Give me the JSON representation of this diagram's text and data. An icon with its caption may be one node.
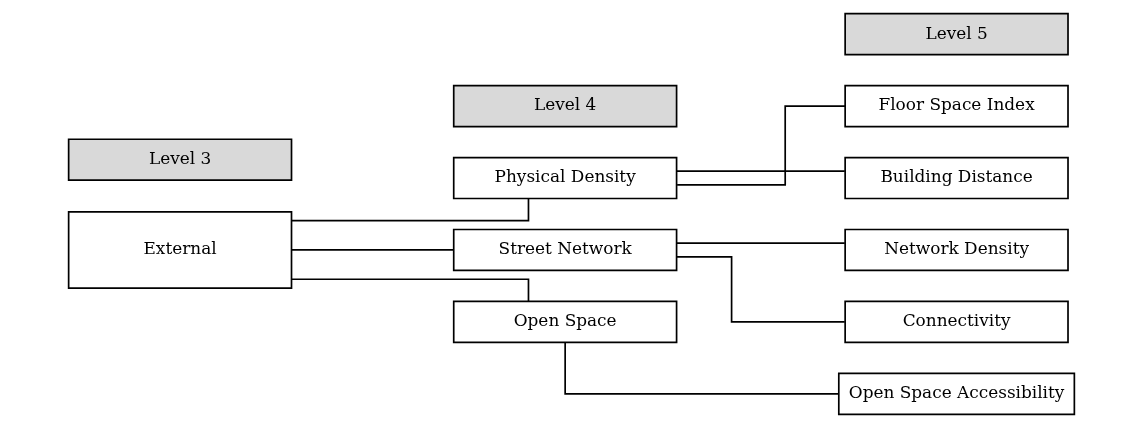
{
  "diagram": {
    "nodes": [
      {
        "text": [
          "Level 3"
        ]
      },
      {
        "text": [
          "Level 4"
        ]
      },
      {
        "text": [
          "Level 5"
        ]
      },
      {
        "text": [
          "External"
        ]
      },
      {
        "text": [
          "Physical Density"
        ]
      },
      {
        "text": [
          "Street Network"
        ]
      },
      {
        "text": [
          "Open Space"
        ]
      },
      {
        "text": [
          "Floor Space Index"
        ]
      },
      {
        "text": [
          "Building Distance"
        ]
      },
      {
        "text": [
          "Network Density"
        ]
      },
      {
        "text": [
          "Connectivity"
        ]
      },
      {
        "text": [
          "Open Space Accessibility"
        ]
      }
    ],
    "edges": [
      {
        "from": 3,
        "to": 4,
        "arrow": "none"
      },
      {
        "from": 3,
        "to": 5,
        "arrow": "none"
      },
      {
        "from": 3,
        "to": 6,
        "arrow": "none"
      },
      {
        "from": 4,
        "to": 7,
        "arrow": "none"
      },
      {
        "from": 4,
        "to": 8,
        "arrow": "none"
      },
      {
        "from": 5,
        "to": 9,
        "arrow": "none"
      },
      {
        "from": 5,
        "to": 10,
        "arrow": "none"
      },
      {
        "from": 6,
        "to": 11,
        "arrow": "none"
      }
    ]
  }
}
